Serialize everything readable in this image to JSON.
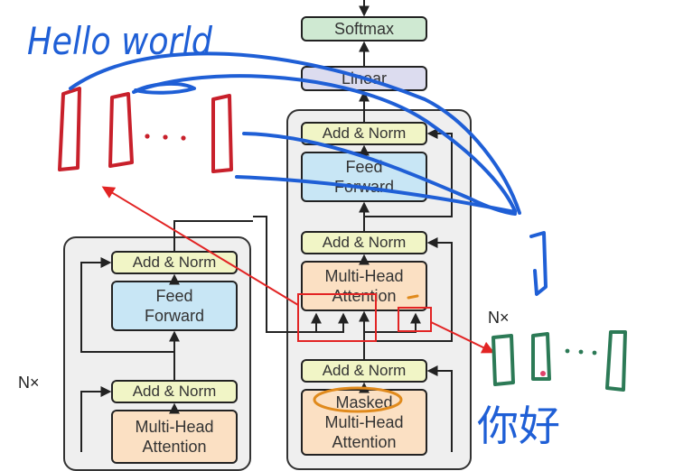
{
  "annotations": {
    "hello_world": "Hello world",
    "ellipsis": "...",
    "chinese_text": "你好"
  },
  "decoder": {
    "softmax": "Softmax",
    "linear": "Linear",
    "add_norm_top": "Add & Norm",
    "feed_forward": "Feed\nForward",
    "add_norm_mid": "Add & Norm",
    "multi_head_attention": "Multi-Head\nAttention",
    "add_norm_bottom": "Add & Norm",
    "masked_attention": "Masked\nMulti-Head\nAttention",
    "repeat_label": "N×"
  },
  "encoder": {
    "add_norm_top": "Add & Norm",
    "feed_forward": "Feed\nForward",
    "add_norm_bottom": "Add & Norm",
    "multi_head_attention": "Multi-Head\nAttention",
    "repeat_label": "N×"
  },
  "colors": {
    "blue_ink": "#1f5fd6",
    "red_ink": "#c8202b",
    "green_ink": "#2c7a56",
    "orange_ink": "#e08a1c",
    "highlight_red": "#e22424"
  }
}
